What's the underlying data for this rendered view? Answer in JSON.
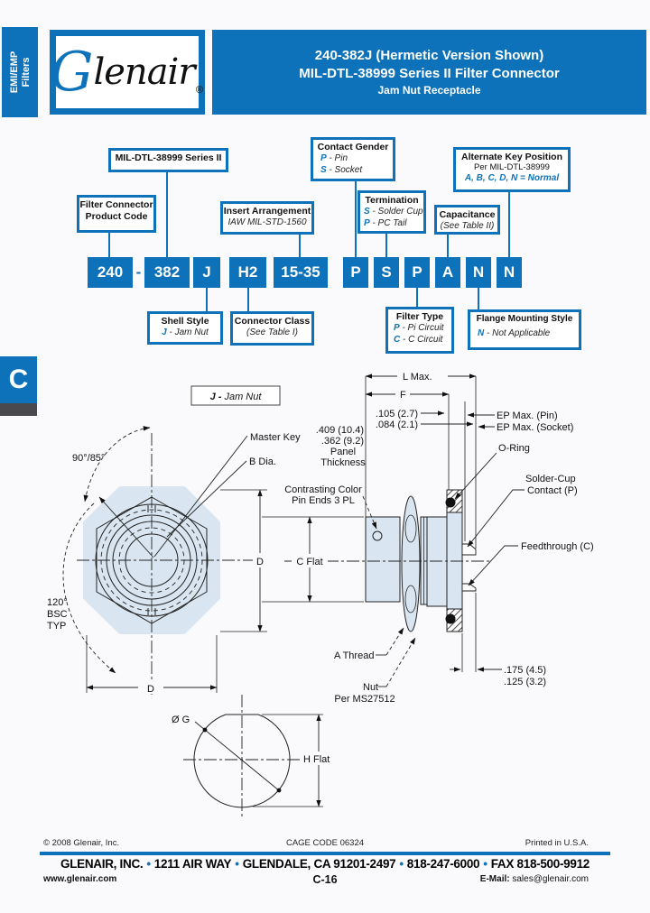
{
  "colors": {
    "accent": "#0d72b9",
    "body_fill": "#d9e6f1"
  },
  "sidebar": {
    "tab_line1": "EMI/EMP",
    "tab_line2": "Filters",
    "section_letter": "C"
  },
  "header": {
    "logo_g": "G",
    "logo_rest": "lenair",
    "logo_reg": "®",
    "title_line1": "240-382J (Hermetic Version Shown)",
    "title_line2": "MIL-DTL-38999 Series II Filter Connector",
    "title_line3": "Jam Nut Receptacle"
  },
  "part_number": {
    "segments": [
      "240",
      "-",
      "382",
      "J",
      "H2",
      "15-35",
      "P",
      "S",
      "P",
      "A",
      "N",
      "N"
    ]
  },
  "callouts": {
    "series": {
      "title": "MIL-DTL-38999 Series II"
    },
    "product_code": {
      "line1": "Filter Connector",
      "line2": "Product Code"
    },
    "insert": {
      "title": "Insert Arrangement",
      "sub": "IAW MIL-STD-1560"
    },
    "contact": {
      "title": "Contact Gender",
      "items": [
        {
          "key": "P",
          "desc": " - Pin"
        },
        {
          "key": "S",
          "desc": " - Socket"
        }
      ]
    },
    "termination": {
      "title": "Termination",
      "items": [
        {
          "key": "S",
          "desc": " - Solder Cup"
        },
        {
          "key": "P",
          "desc": " - PC Tail"
        }
      ]
    },
    "altkey": {
      "title": "Alternate Key Position",
      "line2": "Per MIL-DTL-38999",
      "line3": "A, B, C, D, N = Normal"
    },
    "capacitance": {
      "title": "Capacitance",
      "sub": "(See Table II)"
    },
    "shell": {
      "title": "Shell Style",
      "items": [
        {
          "key": "J",
          "desc": " - Jam Nut"
        }
      ]
    },
    "connector_class": {
      "title": "Connector Class",
      "sub": "(See Table I)"
    },
    "filter": {
      "title": "Filter Type",
      "items": [
        {
          "key": "P",
          "desc": " - Pi Circuit"
        },
        {
          "key": "C",
          "desc": " - C Circuit"
        }
      ]
    },
    "flange": {
      "title": "Flange Mounting Style",
      "items": [
        {
          "key": "N",
          "desc": " - Not Applicable"
        }
      ]
    }
  },
  "drawing": {
    "view_label": {
      "key": "J -",
      "rest": " Jam Nut"
    },
    "labels": {
      "master_key": "Master Key",
      "b_dia": "B Dia.",
      "angle_90": "90°/85°",
      "angle_120_l1": "120°",
      "angle_120_l2": "BSC",
      "angle_120_l3": "TYP",
      "d_right": "D",
      "d_bottom": "D",
      "l_max": "L Max.",
      "f": "F",
      "dim_105": ".105 (2.7)",
      "dim_084": ".084 (2.1)",
      "panel_l1": ".409 (10.4)",
      "panel_l2": ".362 (9.2)",
      "panel_l3": "Panel",
      "panel_l4": "Thickness",
      "contrast_l1": "Contrasting Color",
      "contrast_l2": "Pin Ends 3 PL",
      "c_flat": "C Flat",
      "ep_pin": "EP Max. (Pin)",
      "ep_socket": "EP Max. (Socket)",
      "o_ring": "O-Ring",
      "solder_l1": "Solder-Cup",
      "solder_l2": "Contact (P)",
      "feedthrough": "Feedthrough (C)",
      "a_thread": "A Thread",
      "nut_l1": "Nut",
      "nut_l2": "Per MS27512",
      "dim_175": ".175 (4.5)",
      "dim_125": ".125 (3.2)",
      "g_dia": "Ø G",
      "h_flat": "H Flat"
    }
  },
  "footer": {
    "copyright": "© 2008 Glenair, Inc.",
    "cage_code": "CAGE CODE 06324",
    "printed": "Printed in U.S.A.",
    "bullet": "•",
    "address_parts": [
      "GLENAIR, INC.",
      "1211 AIR WAY",
      "GLENDALE, CA 91201-2497",
      "818-247-6000",
      "FAX 818-500-9912"
    ],
    "website": "www.glenair.com",
    "page_number": "C-16",
    "email_label": "E-Mail:",
    "email": "sales@glenair.com"
  }
}
